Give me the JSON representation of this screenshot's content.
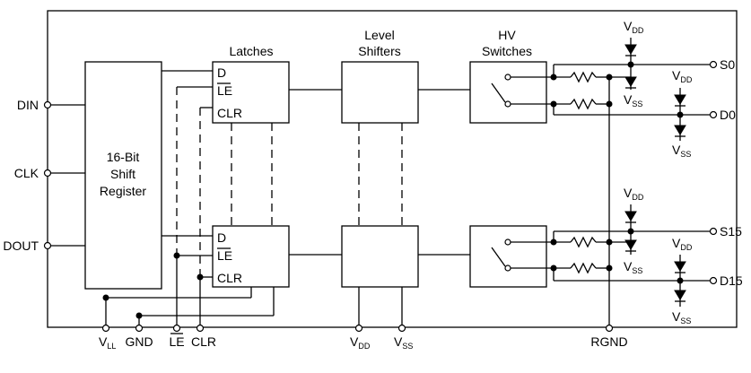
{
  "blocks": {
    "shift_register": [
      "16-Bit",
      "Shift",
      "Register"
    ],
    "latches": "Latches",
    "level_shifters": [
      "Level",
      "Shifters"
    ],
    "hv_switches": [
      "HV",
      "Switches"
    ]
  },
  "latch_pins": {
    "d": "D",
    "le": "LE",
    "clr": "CLR"
  },
  "left_pins": {
    "din": "DIN",
    "clk": "CLK",
    "dout": "DOUT"
  },
  "bottom_pins": {
    "vll": {
      "main": "V",
      "sub": "LL"
    },
    "gnd": "GND",
    "le": "LE",
    "clr": "CLR",
    "vdd": {
      "main": "V",
      "sub": "DD"
    },
    "vss": {
      "main": "V",
      "sub": "SS"
    },
    "rgnd": "RGND"
  },
  "right_pins": {
    "s0": "S0",
    "d0": "D0",
    "s15": "S15",
    "d15": "D15"
  },
  "supply_labels": {
    "vdd": {
      "main": "V",
      "sub": "DD"
    },
    "vss": {
      "main": "V",
      "sub": "SS"
    }
  }
}
